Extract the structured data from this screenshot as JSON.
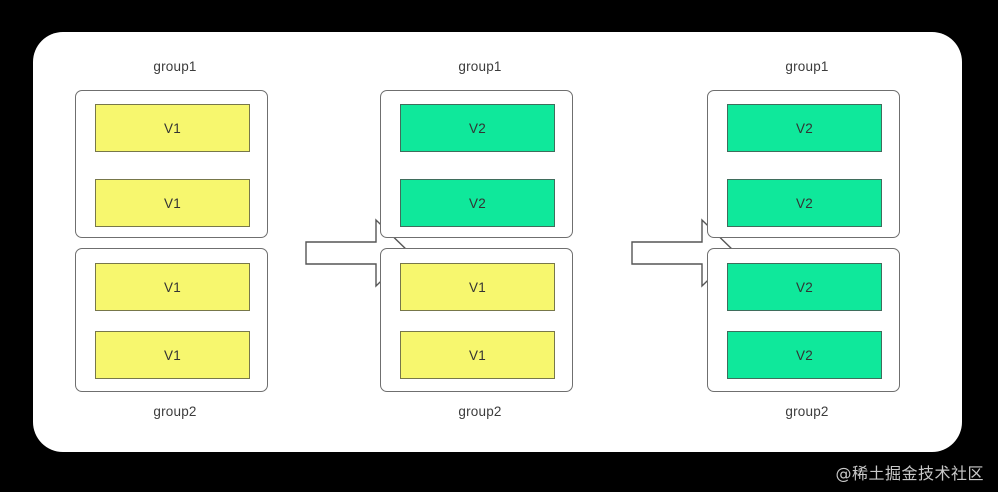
{
  "diagram": {
    "background_color": "#000000",
    "card_color": "#ffffff",
    "colors": {
      "old_version_fill": "#f7f76e",
      "old_version_border": "#77774a",
      "new_version_fill": "#0fe89b",
      "new_version_border": "#3f6d5c",
      "group_border": "#6f6f6f",
      "label_text": "#3c3c3c",
      "item_text": "#333333",
      "arrow_stroke": "#555555"
    },
    "columns": [
      {
        "id": "stage-1",
        "top_label": "group1",
        "bottom_label": "group2",
        "groups": [
          {
            "name": "group1",
            "items": [
              {
                "label": "V1",
                "state": "old"
              },
              {
                "label": "V1",
                "state": "old"
              }
            ]
          },
          {
            "name": "group2",
            "items": [
              {
                "label": "V1",
                "state": "old"
              },
              {
                "label": "V1",
                "state": "old"
              }
            ]
          }
        ]
      },
      {
        "id": "stage-2",
        "top_label": "group1",
        "bottom_label": "group2",
        "groups": [
          {
            "name": "group1",
            "items": [
              {
                "label": "V2",
                "state": "new"
              },
              {
                "label": "V2",
                "state": "new"
              }
            ]
          },
          {
            "name": "group2",
            "items": [
              {
                "label": "V1",
                "state": "old"
              },
              {
                "label": "V1",
                "state": "old"
              }
            ]
          }
        ]
      },
      {
        "id": "stage-3",
        "top_label": "group1",
        "bottom_label": "group2",
        "groups": [
          {
            "name": "group1",
            "items": [
              {
                "label": "V2",
                "state": "new"
              },
              {
                "label": "V2",
                "state": "new"
              }
            ]
          },
          {
            "name": "group2",
            "items": [
              {
                "label": "V2",
                "state": "new"
              },
              {
                "label": "V2",
                "state": "new"
              }
            ]
          }
        ]
      }
    ],
    "arrows": [
      {
        "id": "arrow-1",
        "direction": "right"
      },
      {
        "id": "arrow-2",
        "direction": "right"
      }
    ]
  },
  "watermark": {
    "text": "@稀土掘金技术社区"
  }
}
